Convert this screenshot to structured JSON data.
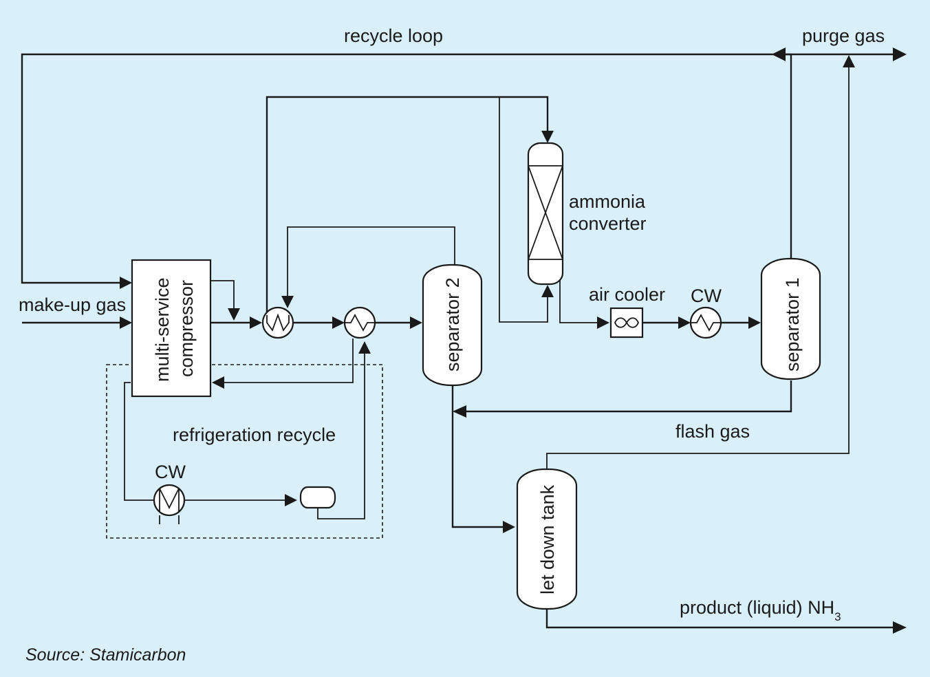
{
  "labels": {
    "recycle_loop": "recycle loop",
    "purge_gas": "purge gas",
    "makeup_gas": "make-up gas",
    "compressor_line1": "multi-service",
    "compressor_line2": "compressor",
    "separator2": "separator 2",
    "separator1": "separator 1",
    "ammonia_line1": "ammonia",
    "ammonia_line2": "converter",
    "air_cooler": "air cooler",
    "cw_main": "CW",
    "cw_refrig": "CW",
    "refrigeration_recycle": "refrigeration recycle",
    "flash_gas": "flash gas",
    "letdown_tank": "let down tank",
    "product_prefix": "product (liquid) NH",
    "product_subscript": "3",
    "source": "Source: Stamicarbon"
  }
}
